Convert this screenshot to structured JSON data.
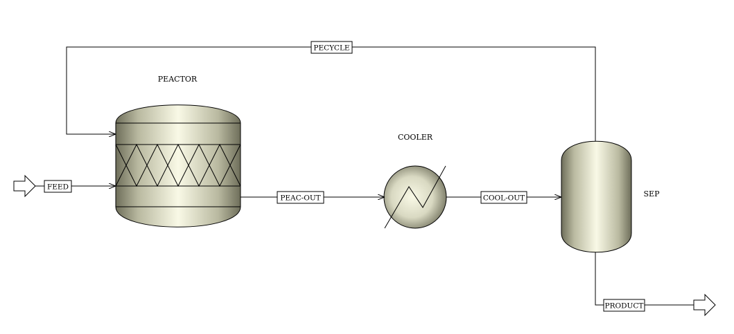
{
  "blocks": {
    "reactor": {
      "label": "PEACTOR"
    },
    "cooler": {
      "label": "COOLER"
    },
    "separator": {
      "label": "SEP"
    }
  },
  "streams": {
    "feed": {
      "label": "FEED"
    },
    "reactor_out": {
      "label": "PEAC-OUT"
    },
    "cooler_out": {
      "label": "COOL-OUT"
    },
    "recycle": {
      "label": "PECYCLE"
    },
    "product": {
      "label": "PRODUCT"
    }
  },
  "colors": {
    "vessel_light": "#f9f9e6",
    "vessel_dark": "#6e6e5a",
    "line": "#000000",
    "background": "#ffffff"
  }
}
